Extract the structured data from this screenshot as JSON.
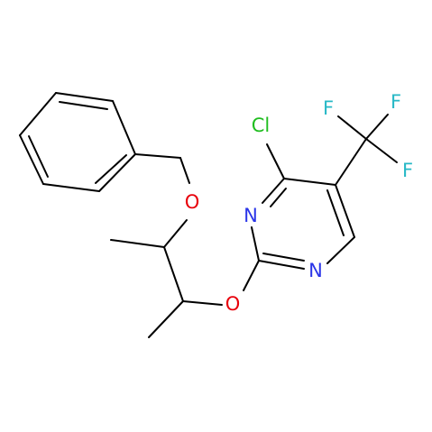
{
  "colors": {
    "carbon_bond": "#000000",
    "oxygen": "#e8000b",
    "nitrogen": "#2a35e8",
    "chlorine": "#1fbd1f",
    "fluorine": "#27b8c6",
    "background": "#ffffff"
  },
  "atoms": {
    "cl": "Cl",
    "n1": "N",
    "n2": "N",
    "f1": "F",
    "f2": "F",
    "f3": "F",
    "o_ether": "O",
    "o_benzyl": "O"
  }
}
